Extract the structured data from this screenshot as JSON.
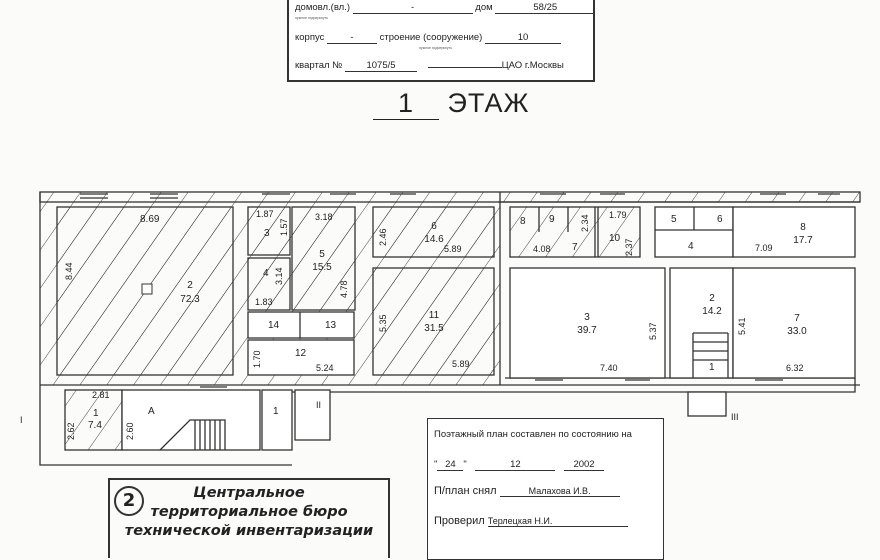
{
  "address": {
    "domovl_label": "домовл.(вл.)",
    "domovl_value": "-",
    "dom_label": "дом",
    "dom_value": "58/25",
    "hint": "нужное подчеркнуть",
    "korpus_label": "корпус",
    "korpus_value": "-",
    "stroenie_label": "строение (сооружение)",
    "stroenie_value": "10",
    "kvartal_label": "квартал №",
    "kvartal_value": "1075/5",
    "district": "ЦАО г.Москвы"
  },
  "floor": {
    "number": "1",
    "label": "ЭТАЖ"
  },
  "rooms": {
    "r2": {
      "num": "2",
      "area": "72.3",
      "w": "8.69",
      "h": "8.44"
    },
    "r3": {
      "num": "3",
      "w": "1.87",
      "h": "1.57"
    },
    "r4": {
      "num": "4",
      "h": "3.14",
      "w": "1.83"
    },
    "r5": {
      "num": "5",
      "area": "15.5",
      "w": "3.18",
      "h": "4.78"
    },
    "r6": {
      "num": "6",
      "area": "14.6",
      "w": "5.89",
      "h": "2.46"
    },
    "r11": {
      "num": "11",
      "area": "31.5",
      "w": "5.89",
      "h": "5.35"
    },
    "r12": {
      "num": "12",
      "w": "5.24",
      "h": "1.70"
    },
    "r13": {
      "num": "13"
    },
    "r14": {
      "num": "14"
    },
    "s8": {
      "num": "8"
    },
    "s9": {
      "num": "9"
    },
    "s7": {
      "num": "7",
      "h": "2.34"
    },
    "s10": {
      "num": "10",
      "w": "1.79",
      "h": "2.37"
    },
    "s_dim": "4.08",
    "e3": {
      "num": "3",
      "area": "39.7",
      "w": "7.40",
      "h": "5.37"
    },
    "e2": {
      "num": "2",
      "area": "14.2"
    },
    "e1": {
      "num": "1"
    },
    "e7": {
      "num": "7",
      "area": "33.0",
      "w": "6.32",
      "h": "5.41"
    },
    "e8": {
      "num": "8",
      "area": "17.7",
      "w": "7.09"
    },
    "e4": {
      "num": "4"
    },
    "e5": {
      "num": "5"
    },
    "e6": {
      "num": "6"
    },
    "l1": {
      "num": "1",
      "area": "7.4",
      "w": "2.81",
      "h": "2.62"
    },
    "lA": {
      "num": "А",
      "h": "2.60"
    },
    "lb1": {
      "num": "1"
    }
  },
  "entrances": [
    "I",
    "II",
    "III"
  ],
  "stamp": {
    "number": "2",
    "lines": [
      "Центральное",
      "территориальное бюро",
      "технической инвентаризации"
    ]
  },
  "info": {
    "title": "Поэтажный план составлен по состоянию на",
    "day": "24",
    "month": "12",
    "year": "2002",
    "taken_label": "П/план снял",
    "taken_by": "Малахова И.В.",
    "checked_label": "Проверил",
    "checked_by": "Терлецкая Н.И."
  }
}
